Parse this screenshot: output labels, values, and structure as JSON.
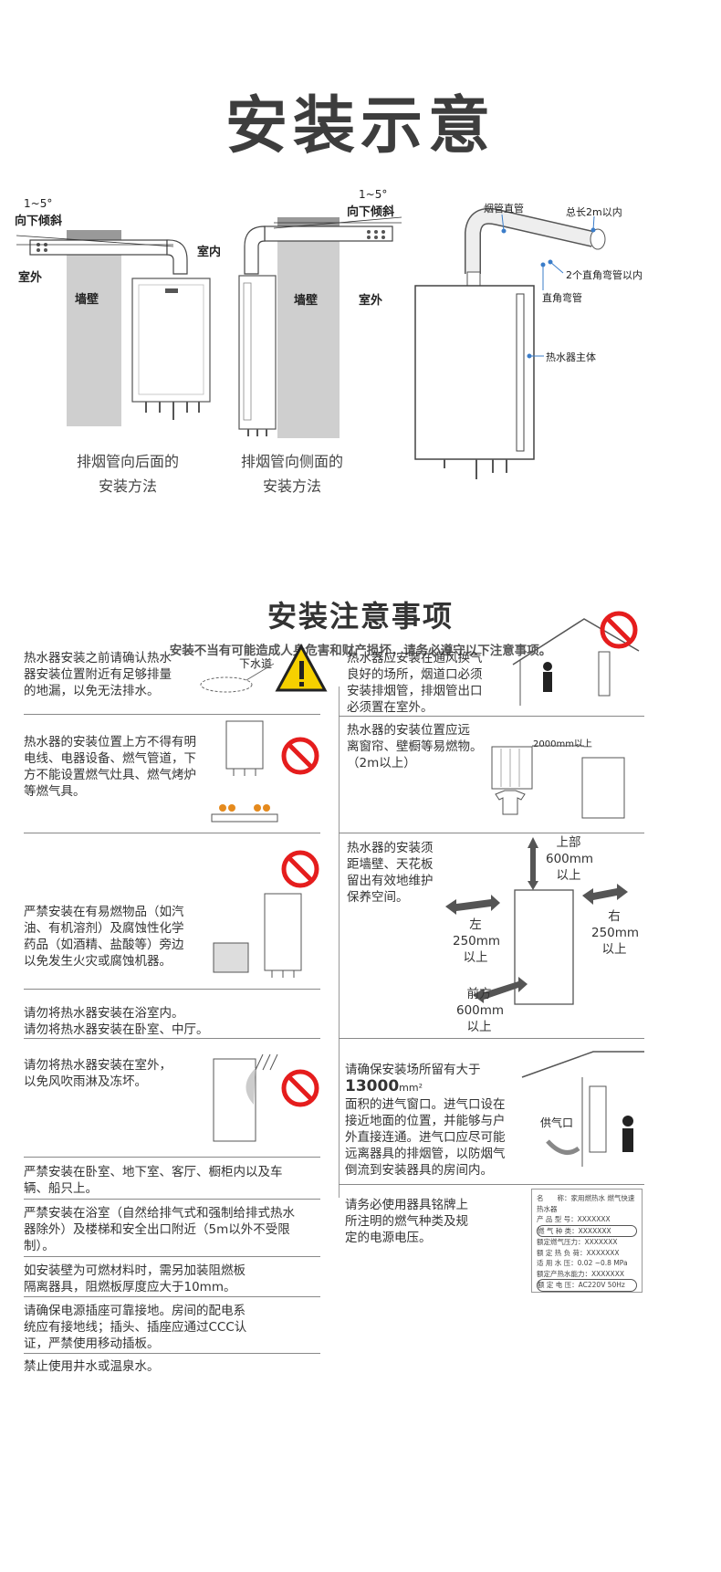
{
  "header": {
    "title": "安装示意"
  },
  "diagram1": {
    "angle": "1~5°",
    "slope": "向下倾斜",
    "outdoor": "室外",
    "indoor": "室内",
    "wall": "墙壁",
    "caption_l1": "排烟管向后面的",
    "caption_l2": "安装方法"
  },
  "diagram2": {
    "angle": "1~5°",
    "slope": "向下倾斜",
    "wall": "墙壁",
    "outdoor": "室外",
    "caption_l1": "排烟管向侧面的",
    "caption_l2": "安装方法"
  },
  "diagram3": {
    "flue_straight": "烟管直管",
    "total_length": "总长2m以内",
    "elbow_limit": "2个直角弯管以内",
    "elbow": "直角弯管",
    "heater_body": "热水器主体"
  },
  "section": {
    "title": "安装注意事项",
    "subtitle": "安装不当有可能造成人身危害和财产损坏，请务必遵守以下注意事项。"
  },
  "left_notes": {
    "n1": [
      "热水器安装之前请确认热水",
      "器安装位置附近有足够排量",
      "的地漏，以免无法排水。"
    ],
    "n1_drain": "下水道",
    "n2": [
      "热水器的安装位置上方不得有明",
      "电线、电器设备、燃气管道，下",
      "方不能设置燃气灶具、燃气烤炉",
      "等燃气具。"
    ],
    "n3": [
      "严禁安装在有易燃物品（如汽",
      "油、有机溶剂）及腐蚀性化学",
      "药品（如酒精、盐酸等）旁边",
      "以免发生火灾或腐蚀机器。"
    ],
    "n4": [
      "请勿将热水器安装在浴室内。",
      "请勿将热水器安装在卧室、中厅。"
    ],
    "n5": [
      "请勿将热水器安装在室外，",
      "以免风吹雨淋及冻坏。"
    ],
    "n6": [
      "严禁安装在卧室、地下室、客厅、橱柜内以及车",
      "辆、船只上。"
    ],
    "n7": [
      "严禁安装在浴室（自然给排气式和强制给排式热水",
      "器除外）及楼梯和安全出口附近（5m以外不受限",
      "制）。"
    ],
    "n8": [
      "如安装壁为可燃材料时，需另加装阻燃板",
      "隔离器具，阻燃板厚度应大于10mm。"
    ],
    "n9": [
      "请确保电源插座可靠接地。房间的配电系",
      "统应有接地线；插头、插座应通过CCC认",
      "证，严禁使用移动插板。"
    ],
    "n10": [
      "禁止使用井水或温泉水。"
    ]
  },
  "right_notes": {
    "r1": [
      "热水器应安装在通风换气",
      "良好的场所，烟道口必须",
      "安装排烟管，排烟管出口",
      "必须置在室外。"
    ],
    "r2": [
      "热水器的安装位置应远",
      "离窗帘、壁橱等易燃物。",
      "（2m以上）"
    ],
    "r2_dist": "2000mm以上",
    "r3": [
      "热水器的安装须",
      "距墙壁、天花板",
      "留出有效地维护",
      "保养空间。"
    ],
    "r3_top": [
      "上部",
      "600mm",
      "以上"
    ],
    "r3_left": [
      "左",
      "250mm",
      "以上"
    ],
    "r3_right": [
      "右",
      "250mm",
      "以上"
    ],
    "r3_front": [
      "前方",
      "600mm",
      "以上"
    ],
    "r4_pre": "请确保安装场所留有大于",
    "r4_num": "13000",
    "r4_unit": "mm²",
    "r4": [
      "面积的进气窗口。进气口设在",
      "接近地面的位置，并能够与户",
      "外直接连通。进气口应尽可能",
      "远离器具的排烟管，以防烟气",
      "倒流到安装器具的房间内。"
    ],
    "r4_inlet": "供气口",
    "r5": [
      "请务必使用器具铭牌上",
      "所注明的燃气种类及规",
      "定的电源电压。"
    ]
  },
  "nameplate": {
    "rows": [
      [
        "名　　称：",
        "家用燃热水 燃气快速热水器"
      ],
      [
        "产 品 型 号：",
        "XXXXXXX"
      ],
      [
        "燃 气 种 类：",
        "XXXXXXX"
      ],
      [
        "额定燃气压力：",
        "XXXXXXX"
      ],
      [
        "额 定 热 负 荷：",
        "XXXXXXX"
      ],
      [
        "适 用 水 压：",
        "0.02 ~0.8 MPa"
      ],
      [
        "额定产热水能力：",
        "XXXXXXX"
      ],
      [
        "额 定 电 压：",
        "AC220V  50Hz"
      ]
    ]
  },
  "colors": {
    "warn_red": "#e51d1d",
    "warn_yellow": "#f6d000",
    "wall_gray": "#cfcfcf",
    "text": "#333333"
  }
}
